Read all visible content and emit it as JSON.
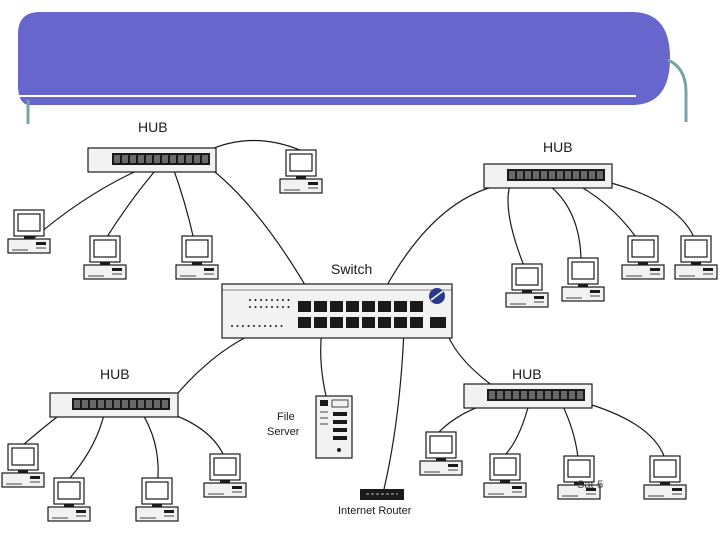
{
  "labels": {
    "hub_top_left": "HUB",
    "hub_top_right": "HUB",
    "switch": "Switch",
    "hub_bottom_left": "HUB",
    "hub_bottom_right": "HUB",
    "file_server_line1": "File",
    "file_server_line2": "Server",
    "internet_router": "Internet Router",
    "slide_mark": "Sat-5"
  },
  "colors": {
    "title_bar": "#6666cc",
    "accent_line": "#7aa3a3",
    "device_body": "#f2f2f2",
    "port": "#1a1a1a",
    "line": "#1a1a1a"
  },
  "icons": {
    "hub": "hub-icon",
    "switch": "switch-icon",
    "computer": "computer-icon",
    "server": "server-icon",
    "router": "router-icon"
  }
}
